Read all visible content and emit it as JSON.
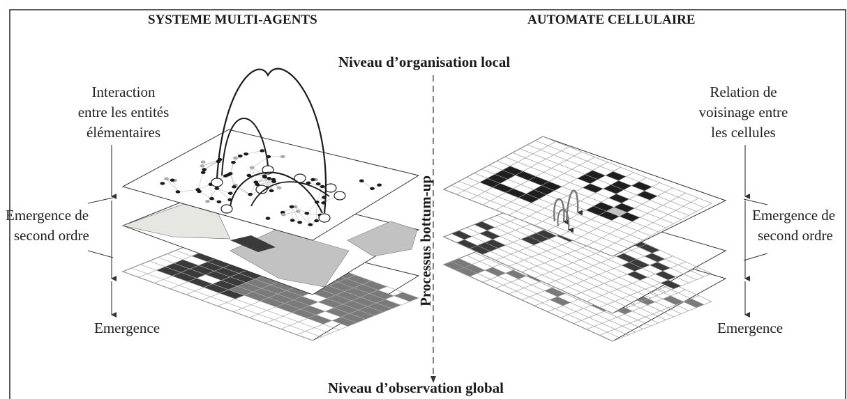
{
  "headers": {
    "left": "SYSTEME MULTI-AGENTS",
    "right": "AUTOMATE CELLULAIRE"
  },
  "levels": {
    "top": "Niveau d’organisation local",
    "bottom": "Niveau d’observation global"
  },
  "center_axis": "Processus bottum-up",
  "left_labels": {
    "interaction": [
      "Interaction",
      "entre les entités",
      "élémentaires"
    ],
    "second": [
      "Emergence de",
      "second ordre"
    ],
    "emergence": "Emergence"
  },
  "right_labels": {
    "relation": [
      "Relation de",
      "voisinage entre",
      "les cellules"
    ],
    "second": [
      "Emergence de",
      "second ordre"
    ],
    "emergence": "Emergence"
  },
  "colors": {
    "border": "#222222",
    "cell_black": "#1e1e1e",
    "cell_dark": "#3a3a3a",
    "cell_mid": "#7a7a7a",
    "cell_light": "#c2c2c2",
    "cell_pale": "#e6e6e2",
    "grid_line": "#9a9a9a",
    "arrow": "#333333"
  }
}
